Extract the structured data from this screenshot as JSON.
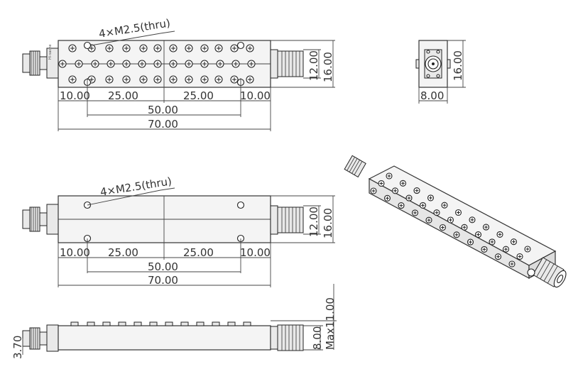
{
  "notes": {
    "thru_holes_top": "4×M2.5(thru)",
    "thru_holes_middle": "4×M2.5(thru)"
  },
  "top_view": {
    "dims": {
      "d10a": "10.00",
      "d25a": "25.00",
      "d25b": "25.00",
      "d10b": "10.00",
      "d50": "50.00",
      "d70": "70.00",
      "d12": "12.00",
      "d16": "16.00"
    }
  },
  "end_view": {
    "dims": {
      "d16": "16.00",
      "d8": "8.00"
    }
  },
  "middle_view": {
    "dims": {
      "d10a": "10.00",
      "d25a": "25.00",
      "d25b": "25.00",
      "d10b": "10.00",
      "d50": "50.00",
      "d70": "70.00",
      "d12": "12.00",
      "d16": "16.00"
    }
  },
  "side_view": {
    "dims": {
      "d370": "3.70",
      "d8": "8.00",
      "dmax": "Max11.00"
    }
  },
  "logo_text": "Hi-sache",
  "colors": {
    "line": "#333333",
    "fill": "#f4f4f4"
  }
}
